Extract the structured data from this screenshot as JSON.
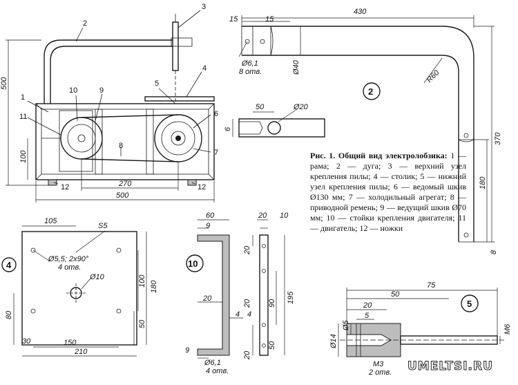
{
  "caption": {
    "title": "Рис. 1. Общий вид электролобзика:",
    "body": "1 — рама; 2 — дуга; 3 — верхний узел крепления пилы; 4 — столик; 5 — нижний узел крепления пилы; 6 — ведомый шкив Ø130 мм; 7 — холодильный агрегат; 8 — приводной ремень; 9 — ведущий шкив Ø70 мм; 10 — стойки крепления двигателя; 11 — двигатель; 12 — ножки"
  },
  "callouts": [
    "1",
    "2",
    "3",
    "4",
    "5",
    "6",
    "7",
    "8",
    "9",
    "10",
    "11",
    "12",
    "12"
  ],
  "views": [
    "2",
    "4",
    "10",
    "5"
  ],
  "dims_main": {
    "height": "500",
    "d100": "100",
    "d270": "270",
    "d500": "500"
  },
  "dims_arc": {
    "d430": "430",
    "d15a": "15",
    "d15b": "15",
    "d40": "Ø40",
    "r60": "R60",
    "d370": "370",
    "d180": "180",
    "d8": "8",
    "hole": "Ø6,1",
    "holes": "8 отв."
  },
  "dims_det": {
    "d50": "50",
    "d20": "Ø20",
    "d6": "6"
  },
  "dims_plate": {
    "d105": "105",
    "s5": "S5",
    "hole": "Ø5,5; 2x90°",
    "holes": "4 отв.",
    "d10": "Ø10",
    "d100": "100",
    "d180": "180",
    "d80": "80",
    "d50": "50",
    "d30": "30",
    "d150": "150",
    "d210": "210"
  },
  "dims_stand": {
    "d60": "60",
    "d9": "9",
    "d20a": "20",
    "d20b": "20",
    "d4a": "4",
    "d9b": "9",
    "hole": "Ø6,1",
    "holes": "4 отв.",
    "d20c": "20",
    "d10": "10",
    "d20d": "20",
    "d90": "90",
    "d195": "195",
    "d4b": "4",
    "d50": "50",
    "d20e": "20"
  },
  "dims_pin": {
    "d75": "75",
    "d50": "50",
    "d20": "20",
    "d5": "5",
    "d5b": "Ø5",
    "d14": "Ø14",
    "m6": "M6",
    "m3": "M3",
    "holes": "2 отв."
  },
  "watermark": "UMELTSI.RU"
}
